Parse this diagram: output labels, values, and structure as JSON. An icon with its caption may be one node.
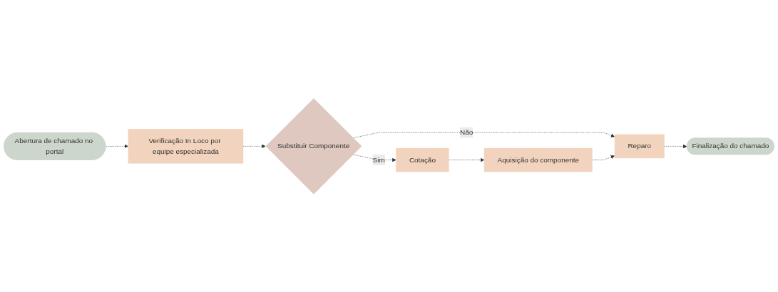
{
  "diagram": {
    "nodes": [
      {
        "text": [
          "Abertura de chamado no portal"
        ]
      },
      {
        "text": [
          "Verificação In Loco por equipe especializada"
        ]
      },
      {
        "text": [
          "Substituir Componente"
        ]
      },
      {
        "text": [
          "Reparo"
        ]
      },
      {
        "text": [
          "Finalização do chamado"
        ]
      },
      {
        "text": [
          "Cotação"
        ]
      },
      {
        "text": [
          "Aquisição do componente"
        ]
      }
    ],
    "edges": [
      {
        "from": 0,
        "to": 1,
        "arrow": "to",
        "style": "dashed"
      },
      {
        "from": 1,
        "to": 2,
        "arrow": "to",
        "style": "dashed"
      },
      {
        "from": 2,
        "to": 3,
        "label": "Não",
        "arrow": "to",
        "style": "dashed"
      },
      {
        "from": 3,
        "to": 4,
        "arrow": "to",
        "style": "dashed"
      },
      {
        "from": 2,
        "to": 5,
        "label": "Sim",
        "arrow": "to",
        "style": "dashed"
      },
      {
        "from": 5,
        "to": 6,
        "arrow": "to",
        "style": "dashed"
      },
      {
        "from": 6,
        "to": 3,
        "arrow": "to",
        "style": "dashed"
      }
    ]
  }
}
